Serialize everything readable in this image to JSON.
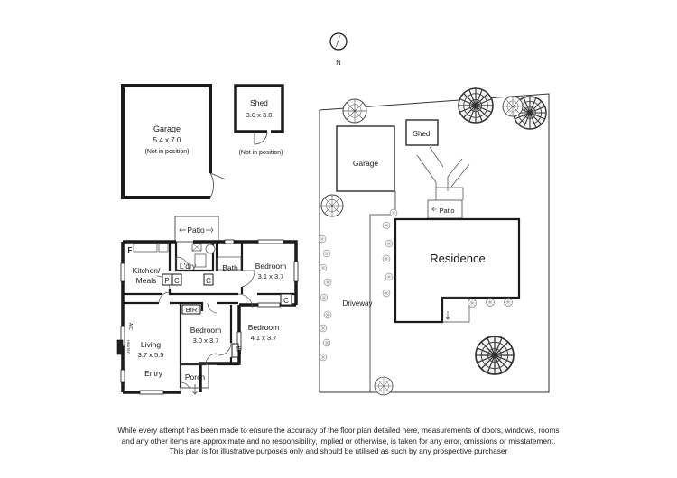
{
  "compass": {
    "label": "N"
  },
  "floor_plan": {
    "garage": {
      "name": "Garage",
      "size": "5.4 x 7.0",
      "note": "(Not in position)"
    },
    "shed": {
      "name": "Shed",
      "size": "3.0 x 3.0",
      "note": "(Not in position)"
    },
    "rooms": {
      "patio": "Patio",
      "kitchen_line1": "Kitchen/",
      "kitchen_line2": "Meals",
      "laundry": "L'dry",
      "bath": "Bath",
      "bedroom1": {
        "name": "Bedroom",
        "size": "3.1 x 3.7"
      },
      "bedroom2": {
        "name": "Bedroom",
        "size": "3.0 x 3.7"
      },
      "bedroom3": {
        "name": "Bedroom",
        "size": "4.1 x 3.7"
      },
      "living": {
        "name": "Living",
        "size": "3.7 x 5.5"
      },
      "entry": "Entry",
      "porch": "Porch"
    },
    "fixtures": {
      "fridge": "F",
      "pantry": "P",
      "cupboard_kitchen": "C",
      "cupboard_hall": "C",
      "cupboard_bed": "C",
      "bir_top": "BIR",
      "bir_side": "BIR",
      "ac": "A/C",
      "heater": "HEATER"
    }
  },
  "site_plan": {
    "garage": "Garage",
    "shed": "Shed",
    "patio": "Patio",
    "residence": "Residence",
    "driveway": "Driveway"
  },
  "disclaimer": [
    "While every attempt has been made to ensure the accuracy of the floor plan detailed here, measurements of doors, windows, rooms",
    "and any other items are approximate and no responsibility, implied or otherwise, is taken for any error, omissions or misstatement.",
    "This plan is for illustrative purposes only and should be utilised as such by any prospective purchaser"
  ]
}
